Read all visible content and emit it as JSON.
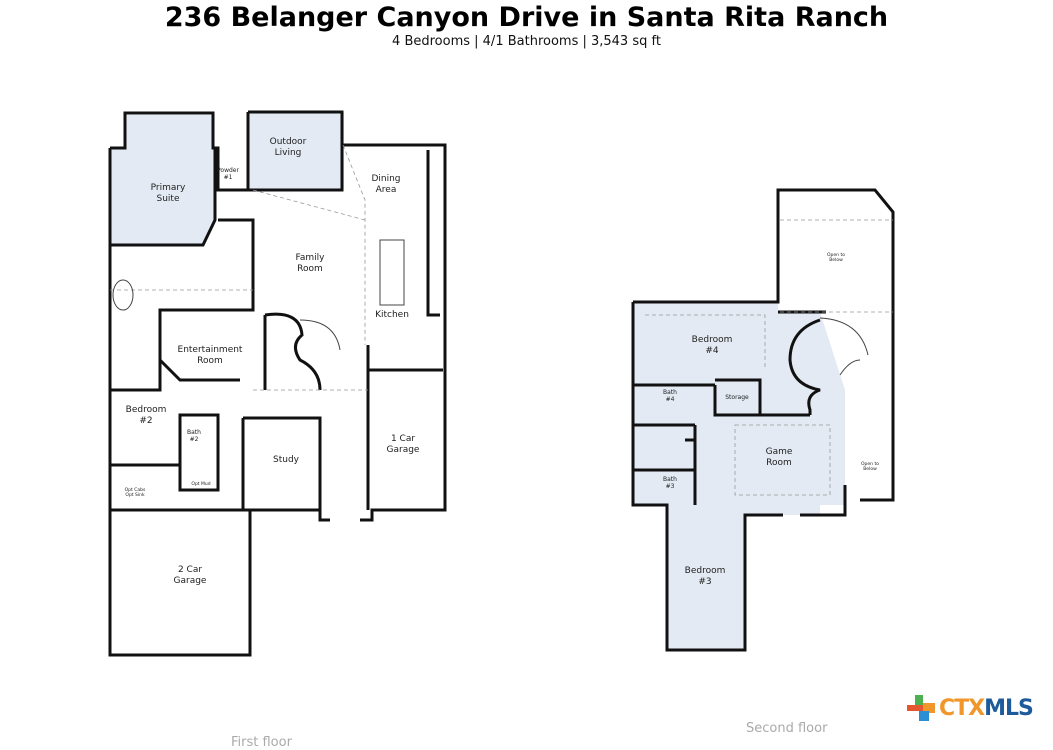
{
  "header": {
    "title": "236 Belanger Canyon Drive in Santa Rita Ranch",
    "subtitle": "4 Bedrooms | 4/1 Bathrooms | 3,543 sq ft"
  },
  "first_floor": {
    "label": "First floor",
    "rooms": {
      "primary_suite": [
        "Primary",
        "Suite"
      ],
      "powder": [
        "Powder",
        "#1"
      ],
      "outdoor_living": [
        "Outdoor",
        "Living"
      ],
      "dining": [
        "Dining",
        "Area"
      ],
      "family": [
        "Family",
        "Room"
      ],
      "kitchen": "Kitchen",
      "entertainment": [
        "Entertainment",
        "Room"
      ],
      "bedroom2": [
        "Bedroom",
        "#2"
      ],
      "bath2": [
        "Bath",
        "#2"
      ],
      "study": "Study",
      "garage1": [
        "1 Car",
        "Garage"
      ],
      "garage2": [
        "2 Car",
        "Garage"
      ],
      "opt_mud": "Opt Mud",
      "opt_cabs": [
        "Opt Cabs",
        "Opt Sink"
      ]
    }
  },
  "second_floor": {
    "label": "Second floor",
    "rooms": {
      "bedroom4": [
        "Bedroom",
        "#4"
      ],
      "bath4": [
        "Bath",
        "#4"
      ],
      "storage": "Storage",
      "game": [
        "Game",
        "Room"
      ],
      "bath3": [
        "Bath",
        "#3"
      ],
      "bedroom3": [
        "Bedroom",
        "#3"
      ],
      "open_below_top": [
        "Open to",
        "Below"
      ],
      "open_below_bottom": [
        "Open to",
        "Below"
      ]
    }
  },
  "logo": {
    "part1": "CTX",
    "part2": "MLS"
  },
  "colors": {
    "room_fill": "#e3eaf3",
    "logo_orange": "#f0962a",
    "logo_blue": "#1d5b9a"
  }
}
